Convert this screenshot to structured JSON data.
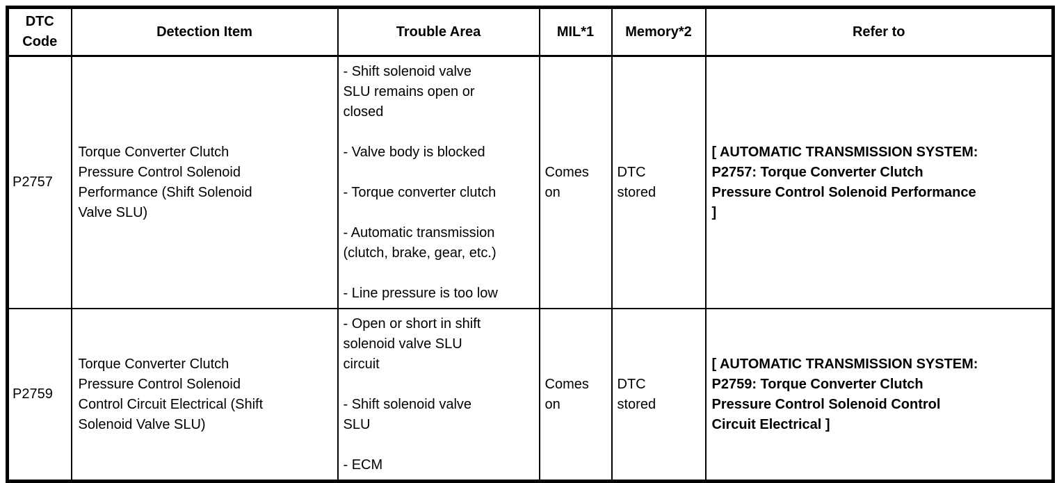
{
  "colors": {
    "background": "#ffffff",
    "border": "#000000",
    "text": "#000000"
  },
  "table": {
    "headers": [
      "DTC\nCode",
      "Detection Item",
      "Trouble Area",
      "MIL*1",
      "Memory*2",
      "Refer to"
    ],
    "rows": [
      {
        "dtc_code": "P2757",
        "detection_item": "Torque Converter Clutch\nPressure Control Solenoid\nPerformance (Shift Solenoid\nValve SLU)",
        "trouble_area": "- Shift solenoid valve\nSLU remains open or\nclosed\n\n- Valve body is blocked\n\n- Torque converter clutch\n\n- Automatic transmission\n(clutch, brake, gear, etc.)\n\n- Line pressure is too low",
        "mil": "Comes\non",
        "memory": "DTC\nstored",
        "refer_to": "[ AUTOMATIC TRANSMISSION SYSTEM:\nP2757: Torque Converter Clutch\nPressure Control Solenoid Performance\n]"
      },
      {
        "dtc_code": "P2759",
        "detection_item": "Torque Converter Clutch\nPressure Control Solenoid\nControl Circuit Electrical (Shift\nSolenoid Valve SLU)",
        "trouble_area": "- Open or short in shift\nsolenoid valve SLU\ncircuit\n\n- Shift solenoid valve\nSLU\n\n- ECM",
        "mil": "Comes\non",
        "memory": "DTC\nstored",
        "refer_to": "[ AUTOMATIC TRANSMISSION SYSTEM:\nP2759: Torque Converter Clutch\nPressure Control Solenoid Control\nCircuit Electrical ]"
      }
    ]
  }
}
